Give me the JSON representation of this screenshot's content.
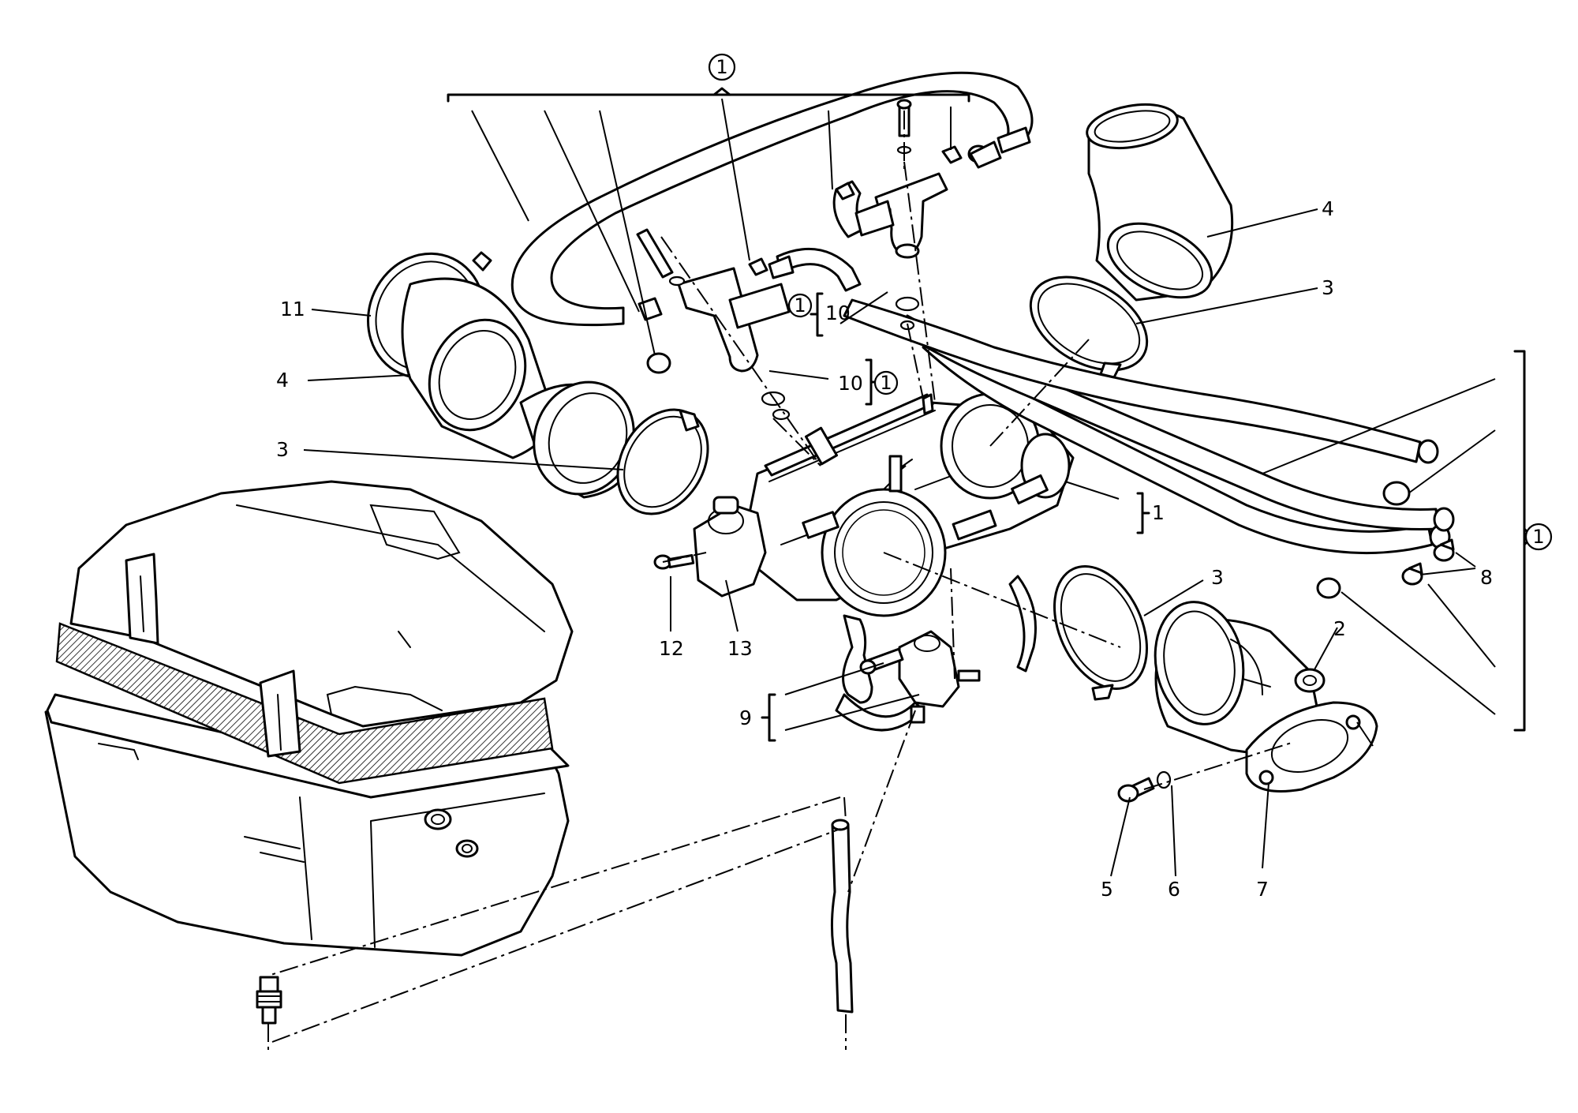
{
  "callouts": {
    "c1_top": "1",
    "c1_right": "1",
    "c1_inj_upper": "1",
    "c1_inj_lower": "1",
    "c1_throttle": "1",
    "c2": "2",
    "c3_left": "3",
    "c3_upper_right": "3",
    "c3_lower_right": "3",
    "c4_left": "4",
    "c4_right": "4",
    "c5": "5",
    "c6": "6",
    "c7": "7",
    "c8": "8",
    "c9": "9",
    "c10_upper": "10",
    "c10_lower": "10",
    "c11": "11",
    "c12": "12",
    "c13": "13"
  }
}
